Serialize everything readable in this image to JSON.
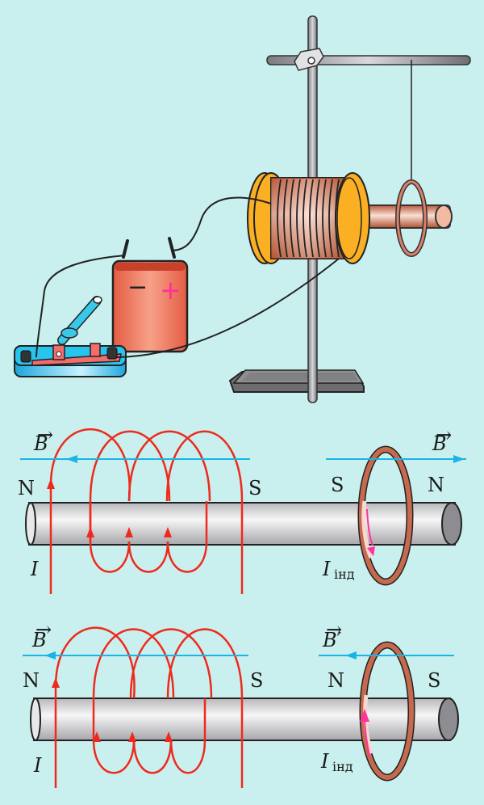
{
  "colors": {
    "background": "#c9f0ee",
    "field_line": "#1ab4e6",
    "current_line": "#ee2a1c",
    "induced_current": "#ff3399",
    "coil_copper": "#d9826a",
    "spool_flange": "#fbb024",
    "battery": "#ec6a50",
    "switch_base": "#22c6ee"
  },
  "setup": {
    "battery": {
      "minus_label": "−",
      "plus_label": "+"
    },
    "components": [
      "knife-switch",
      "battery",
      "coil-on-spool",
      "iron-core",
      "tripod-stand",
      "suspended-ring"
    ]
  },
  "panels": [
    {
      "b_label": "B",
      "b_prime_label": "B′",
      "left_pole_coil": "N",
      "right_pole_coil": "S",
      "ring_left_pole": "S",
      "ring_right_pole": "N",
      "current_label": "I",
      "induced_label": "I",
      "induced_sub": "інд",
      "b_prime_direction": "right",
      "induced_direction": "down"
    },
    {
      "b_label": "B",
      "b_prime_label": "B′",
      "left_pole_coil": "N",
      "right_pole_coil": "S",
      "ring_left_pole": "N",
      "ring_right_pole": "S",
      "current_label": "I",
      "induced_label": "I",
      "induced_sub": "інд",
      "b_prime_direction": "left",
      "induced_direction": "up"
    }
  ]
}
